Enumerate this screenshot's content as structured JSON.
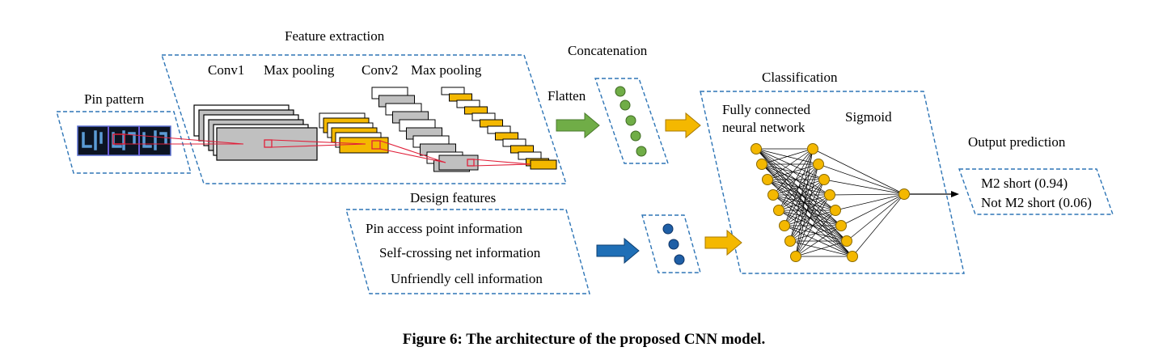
{
  "labels": {
    "feature_extraction": "Feature extraction",
    "concatenation": "Concatenation",
    "classification": "Classification",
    "pin_pattern": "Pin pattern",
    "conv1": "Conv1",
    "max_pooling_1": "Max pooling",
    "conv2": "Conv2",
    "max_pooling_2": "Max pooling",
    "flatten": "Flatten",
    "fc_line1": "Fully connected",
    "fc_line2": "neural network",
    "sigmoid": "Sigmoid",
    "output_prediction": "Output prediction",
    "design_features": "Design features"
  },
  "design_features": [
    "Pin access point information",
    "Self-crossing net information",
    "Unfriendly cell information"
  ],
  "outputs": [
    "M2 short (0.94)",
    "Not M2 short (0.06)"
  ],
  "caption": "Figure 6: The architecture of the proposed CNN model.",
  "colors": {
    "dashed_border": "#2e75b6",
    "pin_frame": "#2a3d6e",
    "pin_pattern": "#5b9bd5",
    "feature_map": "#c0c0c0",
    "pooling_map": "#f4b800",
    "pink_outline": "#e0203a",
    "node_yellow": "#f4b800",
    "node_green": "#70ad47",
    "node_blue": "#1f5fa6",
    "arrow_green": "#70ad47",
    "arrow_yellow": "#f4b800",
    "arrow_blue": "#1f6fb6"
  }
}
